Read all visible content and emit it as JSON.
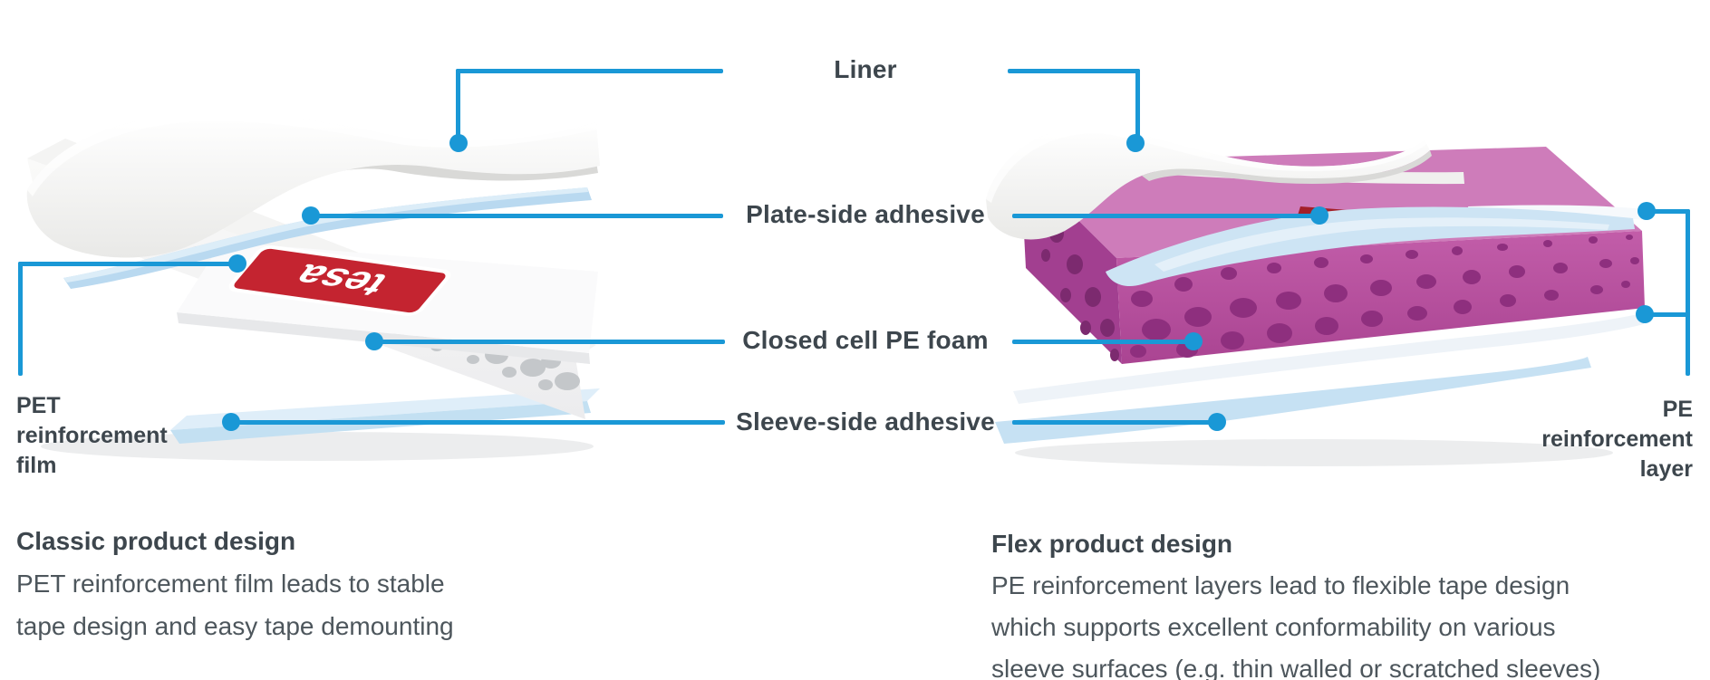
{
  "figure": {
    "center_labels": {
      "liner": "Liner",
      "plate_side": "Plate-side adhesive",
      "closed_cell_foam": "Closed cell PE foam",
      "sleeve_side": "Sleeve-side adhesive"
    },
    "left_product": {
      "side_label": "PET\nreinforcement\nfilm",
      "logo_text": "tesa",
      "caption_title": "Classic product design",
      "caption_lines": [
        "PET reinforcement film leads to stable",
        "tape design and easy tape demounting"
      ]
    },
    "right_product": {
      "side_label": "PE\nreinforcement\nlayer",
      "caption_title": "Flex product design",
      "caption_lines": [
        "PE reinforcement layers lead to flexible tape design",
        "which supports excellent conformability on various",
        "sleeve surfaces (e.g. thin walled or scratched sleeves)"
      ]
    },
    "colors": {
      "callout_blue": "#1a98d6",
      "label_text": "#3d464d",
      "body_text": "#4d565c",
      "foam_purple": "#b9509f",
      "adhesive_blue": "#c6e1f3",
      "logo_red": "#c8222b"
    }
  }
}
